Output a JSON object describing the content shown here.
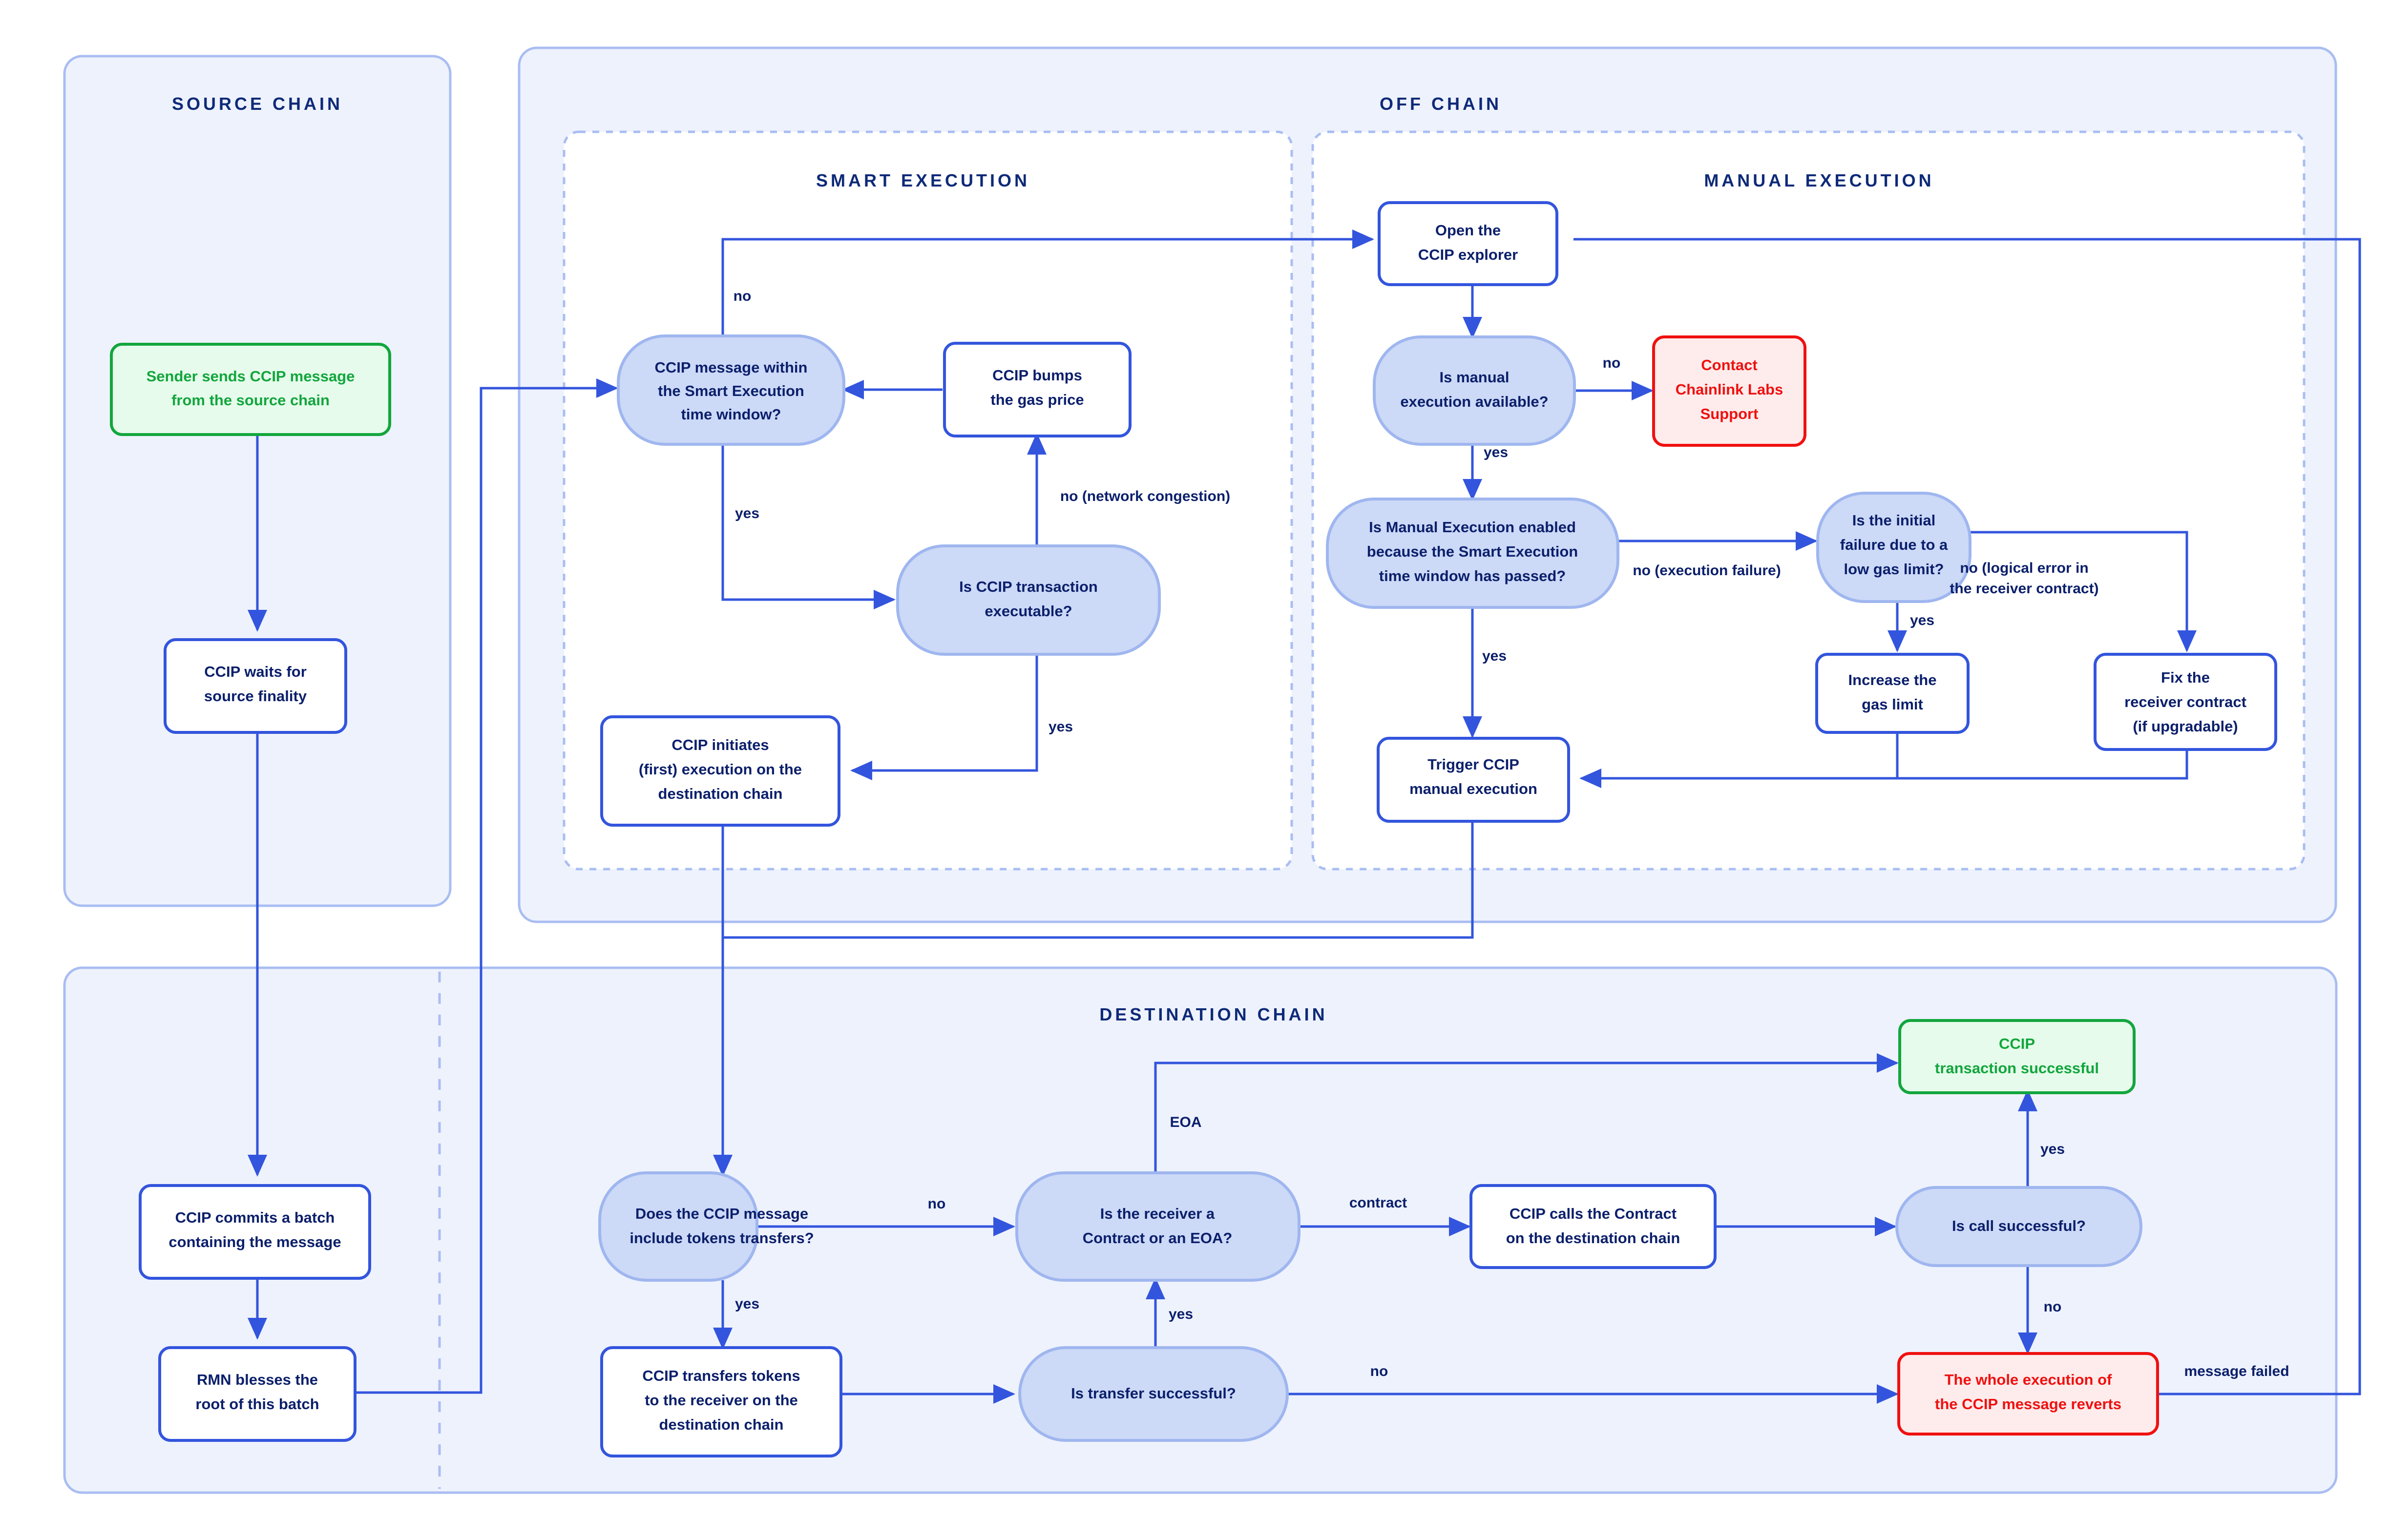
{
  "colors": {
    "page_bg": "#ffffff",
    "panel_fill": "#eef2fd",
    "panel_stroke": "#a9bdf2",
    "inner_panel_fill": "#ffffff",
    "inner_panel_stroke": "#a9bdf2",
    "edge": "#3355dd",
    "decision_fill": "#ccd9f7",
    "decision_stroke": "#9fb6ef",
    "process_fill": "#ffffff",
    "process_stroke": "#3355dd",
    "text_dark": "#0b1f6b",
    "green_fill": "#e6fbeb",
    "green_stroke": "#12a63d",
    "green_text": "#12a63d",
    "red_fill": "#fdeceb",
    "red_stroke": "#f01010",
    "red_text": "#f01010"
  },
  "panels": [
    {
      "id": "source-chain",
      "title": "SOURCE CHAIN"
    },
    {
      "id": "off-chain",
      "title": "OFF CHAIN"
    },
    {
      "id": "smart-execution",
      "title": "SMART EXECUTION"
    },
    {
      "id": "manual-execution",
      "title": "MANUAL EXECUTION"
    },
    {
      "id": "destination-chain",
      "title": "DESTINATION CHAIN"
    }
  ],
  "nodes": [
    {
      "id": "sender-sends",
      "type": "process",
      "variant": "green",
      "lines": [
        "Sender sends CCIP message",
        "from the source chain"
      ]
    },
    {
      "id": "waits-finality",
      "type": "process",
      "variant": "blue",
      "lines": [
        "CCIP waits for",
        "source finality"
      ]
    },
    {
      "id": "commits-batch",
      "type": "process",
      "variant": "blue",
      "lines": [
        "CCIP commits a batch",
        "containing the message"
      ]
    },
    {
      "id": "rmn-blesses",
      "type": "process",
      "variant": "blue",
      "lines": [
        "RMN blesses the",
        "root of this batch"
      ]
    },
    {
      "id": "within-window",
      "type": "decision",
      "variant": "blue",
      "lines": [
        "CCIP message within",
        "the Smart Execution",
        "time window?"
      ]
    },
    {
      "id": "bumps-gas",
      "type": "process",
      "variant": "blue",
      "lines": [
        "CCIP bumps",
        "the gas price"
      ]
    },
    {
      "id": "tx-executable",
      "type": "decision",
      "variant": "blue",
      "lines": [
        "Is CCIP transaction",
        "executable?"
      ]
    },
    {
      "id": "initiates-execution",
      "type": "process",
      "variant": "blue",
      "lines": [
        "CCIP initiates",
        "(first) execution on the",
        "destination chain"
      ]
    },
    {
      "id": "open-explorer",
      "type": "process",
      "variant": "blue",
      "lines": [
        "Open the",
        "CCIP explorer"
      ]
    },
    {
      "id": "manual-available",
      "type": "decision",
      "variant": "blue",
      "lines": [
        "Is manual",
        "execution available?"
      ]
    },
    {
      "id": "contact-support",
      "type": "process",
      "variant": "red",
      "lines": [
        "Contact",
        "Chainlink Labs",
        "Support"
      ]
    },
    {
      "id": "manual-enabled",
      "type": "decision",
      "variant": "blue",
      "lines": [
        "Is Manual Execution enabled",
        "because the Smart Execution",
        "time window has passed?"
      ]
    },
    {
      "id": "low-gas-limit",
      "type": "decision",
      "variant": "blue",
      "lines": [
        "Is the initial",
        "failure due to a",
        "low gas limit?"
      ]
    },
    {
      "id": "increase-gas",
      "type": "process",
      "variant": "blue",
      "lines": [
        "Increase the",
        "gas limit"
      ]
    },
    {
      "id": "fix-receiver",
      "type": "process",
      "variant": "blue",
      "lines": [
        "Fix the",
        "receiver contract",
        "(if upgradable)"
      ]
    },
    {
      "id": "trigger-manual",
      "type": "process",
      "variant": "blue",
      "lines": [
        "Trigger CCIP",
        "manual execution"
      ]
    },
    {
      "id": "includes-tokens",
      "type": "decision",
      "variant": "blue",
      "lines": [
        "Does the CCIP message",
        "include tokens transfers?"
      ]
    },
    {
      "id": "transfers-tokens",
      "type": "process",
      "variant": "blue",
      "lines": [
        "CCIP transfers tokens",
        "to the receiver on the",
        "destination chain"
      ]
    },
    {
      "id": "transfer-success",
      "type": "decision",
      "variant": "blue",
      "lines": [
        "Is transfer successful?"
      ]
    },
    {
      "id": "receiver-type",
      "type": "decision",
      "variant": "blue",
      "lines": [
        "Is the receiver a",
        "Contract or an EOA?"
      ]
    },
    {
      "id": "calls-contract",
      "type": "process",
      "variant": "blue",
      "lines": [
        "CCIP calls the Contract",
        "on the destination chain"
      ]
    },
    {
      "id": "call-success",
      "type": "decision",
      "variant": "blue",
      "lines": [
        "Is call successful?"
      ]
    },
    {
      "id": "tx-successful",
      "type": "process",
      "variant": "green",
      "lines": [
        "CCIP",
        "transaction successful"
      ]
    },
    {
      "id": "execution-reverts",
      "type": "process",
      "variant": "red",
      "lines": [
        "The whole execution of",
        "the CCIP message reverts"
      ]
    }
  ],
  "edge_labels": [
    {
      "id": "lbl-no-window",
      "text": "no"
    },
    {
      "id": "lbl-yes-window",
      "text": "yes"
    },
    {
      "id": "lbl-no-congestion",
      "text": "no (network congestion)"
    },
    {
      "id": "lbl-yes-executable",
      "text": "yes"
    },
    {
      "id": "lbl-no-manual",
      "text": "no"
    },
    {
      "id": "lbl-yes-manual",
      "text": "yes"
    },
    {
      "id": "lbl-no-exec-failure",
      "text": "no (execution failure)"
    },
    {
      "id": "lbl-yes-manual-window",
      "text": "yes"
    },
    {
      "id": "lbl-no-logical-1",
      "text": "no (logical error in"
    },
    {
      "id": "lbl-no-logical-2",
      "text": "the receiver contract)"
    },
    {
      "id": "lbl-yes-gas",
      "text": "yes"
    },
    {
      "id": "lbl-no-tokens",
      "text": "no"
    },
    {
      "id": "lbl-yes-tokens",
      "text": "yes"
    },
    {
      "id": "lbl-eoa",
      "text": "EOA"
    },
    {
      "id": "lbl-contract",
      "text": "contract"
    },
    {
      "id": "lbl-yes-transfer",
      "text": "yes"
    },
    {
      "id": "lbl-no-transfer",
      "text": "no"
    },
    {
      "id": "lbl-yes-call",
      "text": "yes"
    },
    {
      "id": "lbl-no-call",
      "text": "no"
    },
    {
      "id": "lbl-message-failed",
      "text": "message failed"
    }
  ]
}
